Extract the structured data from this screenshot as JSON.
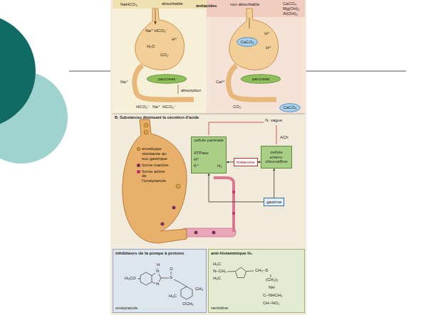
{
  "diagram": {
    "nodes": [
      {
        "text": [
          "pancréas"
        ]
      },
      {
        "text": [
          "CaCO₃"
        ]
      },
      {
        "text": [
          "pancréas"
        ]
      },
      {
        "text": [
          "CaCO₃"
        ]
      },
      {
        "text": [
          "cellule pariétale"
        ]
      },
      {
        "text": [
          "histamine"
        ]
      },
      {
        "text": [
          "cellule entéro-chromaffine"
        ]
      },
      {
        "text": [
          "gastrine"
        ]
      },
      {
        "text": [
          "inhibiteurs de la pompe à protons",
          "oméprazole"
        ]
      },
      {
        "text": [
          "anti-histaminique H₂",
          "ranitidine"
        ]
      }
    ],
    "edges": [
      {
        "from": 7,
        "to": 6,
        "arrow": "to"
      },
      {
        "from": 6,
        "to": 5,
        "arrow": "to"
      },
      {
        "from": 5,
        "to": 4,
        "arrow": "to"
      },
      {
        "from": 7,
        "to": 4,
        "arrow": "to"
      }
    ],
    "labels": [
      "NaHCO₃",
      "absorbable",
      "antiacides",
      "non absorbable",
      "CaCO₃",
      "Mg(OH)₂",
      "Al(OH)₃",
      "Na⁺ HCO₃⁻",
      "H⁺",
      "H₂O",
      "CO₂",
      "Na⁺",
      "absorption",
      "HCO₃⁻",
      "Na⁺",
      "HCO₃⁻",
      "H⁺",
      "H⁺",
      "Ca²⁺",
      "CO₂",
      "B. Substances diminuant la sécrétion d'acide",
      "N. vague",
      "ACh",
      "ATPase",
      "H⁺",
      "K⁺",
      "H₂",
      "H",
      "N",
      "N",
      "S",
      "O",
      "H₃CO",
      "CH₃",
      "H₃C",
      "OCH₃",
      "H₃C",
      "N–CH₂",
      "H₃C",
      "CH₂–S",
      "(CH₂)₂",
      "NH",
      "C–NHCH₃",
      "CH–NO₂"
    ],
    "legend": [
      {
        "text": "enveloppe résistante au suc gastrique",
        "color": "#d4a04a"
      },
      {
        "text": "forme inactive",
        "color": "#7a2e5e"
      },
      {
        "text": "forme active de l'oméprazole",
        "color": "#c2306b"
      }
    ]
  }
}
